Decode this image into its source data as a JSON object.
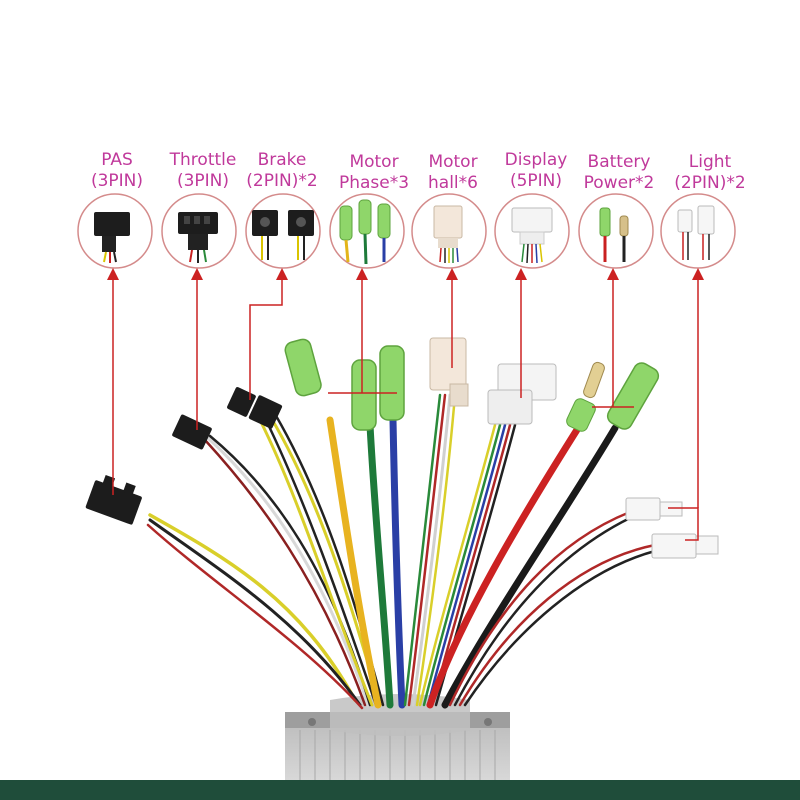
{
  "labels": [
    {
      "line1": "PAS",
      "line2": "(3PIN)"
    },
    {
      "line1": "Throttle",
      "line2": "(3PIN)"
    },
    {
      "line1": "Brake",
      "line2": "(2PIN)*2"
    },
    {
      "line1": "Motor",
      "line2": "Phase*3"
    },
    {
      "line1": "Motor",
      "line2": "hall*6"
    },
    {
      "line1": "Display",
      "line2": "(5PIN)"
    },
    {
      "line1": "Battery",
      "line2": "Power*2"
    },
    {
      "line1": "Light",
      "line2": "(2PIN)*2"
    }
  ],
  "colors": {
    "label_text": "#c0399b",
    "arrow": "#cc2222",
    "circle_border": "#d48b8b",
    "bottom_band": "#1f4d3a"
  }
}
